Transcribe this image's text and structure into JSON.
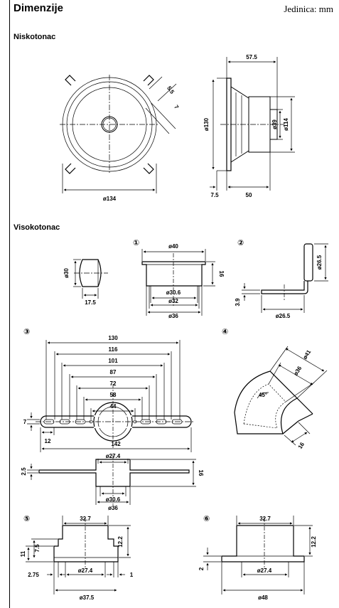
{
  "header": {
    "title": "Dimenzije",
    "units": "Jedinica: mm"
  },
  "sections": {
    "woofer": "Niskotonac",
    "tweeter": "Visokotonac"
  },
  "woofer": {
    "front": {
      "d_outer": "ø134",
      "slot_a": "5.5",
      "slot_b": "7"
    },
    "side": {
      "depth": "57.5",
      "d_frame": "ø130",
      "d_magnet": "ø39",
      "d_mount": "ø114",
      "flange": "7.5",
      "body": "50"
    }
  },
  "tweeter": {
    "unit": {
      "d": "ø30",
      "w": "17.5"
    },
    "markers": {
      "m1": "①",
      "m2": "②",
      "m3": "③",
      "m4": "④",
      "m5": "⑤",
      "m6": "⑥"
    },
    "cup": {
      "d_top": "ø40",
      "h": "16",
      "d1": "ø30.6",
      "d2": "ø32",
      "d3": "ø36"
    },
    "bracket": {
      "h": "ø26.5",
      "t": "3.9",
      "d": "ø26.5"
    },
    "bar": {
      "w1": "130",
      "w2": "116",
      "w3": "101",
      "w4": "87",
      "w5": "72",
      "w6": "58",
      "w7": "44",
      "h": "7",
      "slot": "12",
      "total": "142"
    },
    "bar_side": {
      "d_top": "ø27.4",
      "t": "2.5",
      "h": "16",
      "d1": "ø30.6",
      "d2": "ø36"
    },
    "angle": {
      "d1": "ø41",
      "d2": "ø36",
      "ang": "45°",
      "h": "16"
    },
    "mount5": {
      "w": "32.7",
      "h1": "11",
      "h2": "7.5",
      "h3": "12.2",
      "a": "2.75",
      "d": "ø27.4",
      "b": "1",
      "d_out": "ø37.5"
    },
    "mount6": {
      "w": "32.7",
      "h": "12.2",
      "t": "2",
      "d": "ø27.4",
      "d_out": "ø48"
    }
  }
}
